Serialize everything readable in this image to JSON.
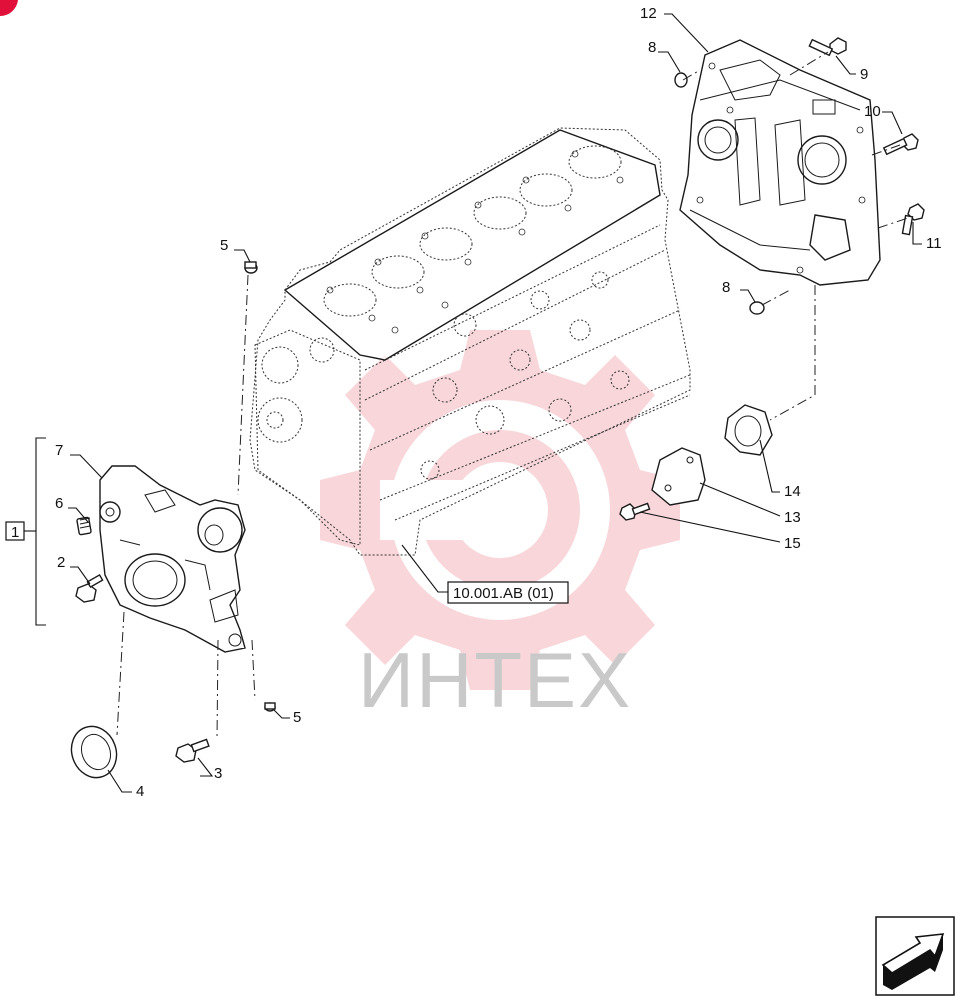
{
  "diagram": {
    "group_label": "1",
    "reference_label": "10.001.AB (01)",
    "watermark_text": "ИНТЕХ",
    "callouts": {
      "c2": "2",
      "c3": "3",
      "c4": "4",
      "c5a": "5",
      "c5b": "5",
      "c6": "6",
      "c7": "7",
      "c8a": "8",
      "c8b": "8",
      "c9": "9",
      "c10": "10",
      "c11": "11",
      "c12": "12",
      "c13": "13",
      "c14": "14",
      "c15": "15"
    },
    "nav_icon": "next-page-arrow-icon",
    "colors": {
      "watermark_red": "#f0a0a8",
      "ink": "#1a1a1a",
      "corner_mark": "#e0103a"
    }
  }
}
